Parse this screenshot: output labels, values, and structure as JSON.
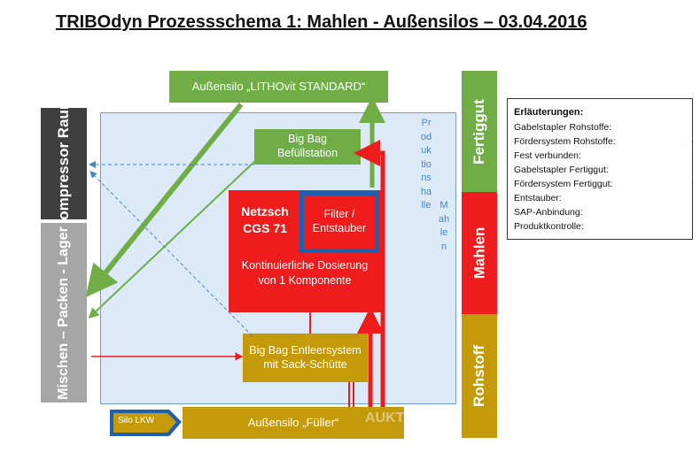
{
  "title": "TRIBOdyn Prozessschema 1: Mahlen - Außensilos – 03.04.2016",
  "hall_label_1": "Produktionshalle",
  "hall_label_2": "Mahlen",
  "boxes": {
    "silo_litho": "Außensilo „LITHOvit STANDARD“",
    "bigbag_fill": "Big Bag Befüllstation",
    "netzsch": "Netzsch CGS 71",
    "filter": "Filter / Entstauber",
    "dosing": "Kontinuierliche Dosierung von 1 Komponente",
    "bigbag_empty": "Big Bag Entleersystem mit Sack-Schütte",
    "silo_fueller": "Außensilo „Füller“",
    "silo_lkw": "Silo LKW"
  },
  "side_bars": {
    "kompressor": "Kompressor Raum",
    "mischen": "Mischen – Packen - Lager",
    "fertiggut": "Fertiggut",
    "mahlen": "Mahlen",
    "rohstoff": "Rohstoff"
  },
  "legend": {
    "heading": "Erläuterungen:",
    "items": [
      {
        "label": "Gabelstapler Rohstoffe:",
        "style": "thin-red-arrow",
        "color": "#ee1c1c"
      },
      {
        "label": "Fördersystem Rohstoffe:",
        "style": "thick-red-arrow",
        "color": "#ee1c1c"
      },
      {
        "label": "Fest verbunden:",
        "style": "double-red-line",
        "color": "#ee1c1c"
      },
      {
        "label": "Gabelstapler Fertiggut:",
        "style": "thin-green-arrow",
        "color": "#70ad47"
      },
      {
        "label": "Fördersystem Fertiggut:",
        "style": "thick-green-arrow",
        "color": "#70ad47"
      },
      {
        "label": "Entstauber:",
        "style": "dashed-blue-arrow",
        "color": "#4a86c5"
      },
      {
        "label": "SAP-Anbindung:",
        "style": "purple-line",
        "color": "#7030a0"
      },
      {
        "label": "Produktkontrolle:",
        "style": "blue-frame",
        "color": "#1f5fb0"
      }
    ]
  },
  "watermark": "AUKTION",
  "colors": {
    "green": "#70ad47",
    "gold": "#c49a0a",
    "red": "#ee1c1c",
    "dark": "#3f3f3f",
    "grey": "#a6a6a6",
    "hall": "#dce9f6",
    "blue": "#1f5fb0"
  }
}
